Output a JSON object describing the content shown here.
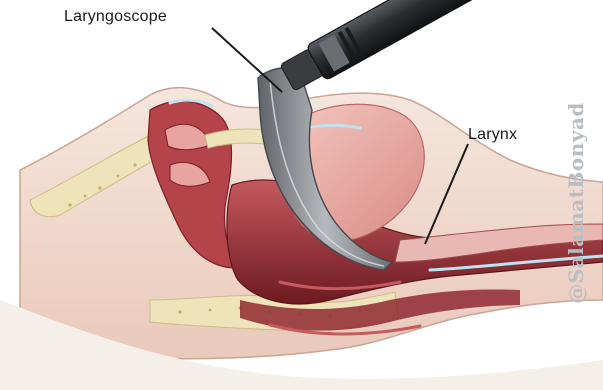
{
  "labels": {
    "laryngoscope": "Laryngoscope",
    "larynx": "Larynx"
  },
  "watermark": {
    "text": "@SalamatBonyad"
  },
  "colors": {
    "tissue_dark": "#7d1f25",
    "tissue_mid": "#b4434a",
    "tissue_light": "#e7b5ad",
    "skin": "#f2ddd2",
    "bone": "#efe3b9",
    "blade": "#8c8f94",
    "handle": "#2b2d30",
    "watermark": "#b9bdc4"
  }
}
